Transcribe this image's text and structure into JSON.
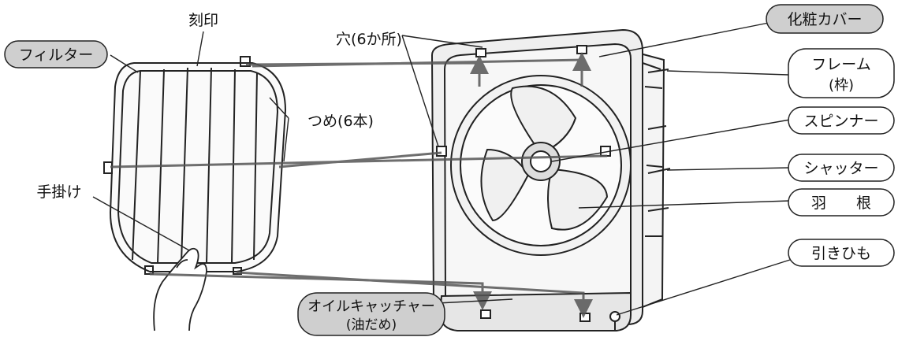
{
  "labels": {
    "filter": "フィルター",
    "stamp": "刻印",
    "holes": "穴(6か所)",
    "claws": "つめ(6本)",
    "handle": "手掛け",
    "cover": "化粧カバー",
    "frame_line1": "フレーム",
    "frame_line2": "(枠)",
    "spinner": "スピンナー",
    "shutter": "シャッター",
    "blade": "羽　　根",
    "pull_cord": "引きひも",
    "oil_line1": "オイルキャッチャー",
    "oil_line2": "(油だめ)"
  },
  "colors": {
    "line": "#222222",
    "gray_pill": "#cfcfcf",
    "white_pill": "#ffffff",
    "cover_fill": "#ececec",
    "arrow": "#666666"
  }
}
